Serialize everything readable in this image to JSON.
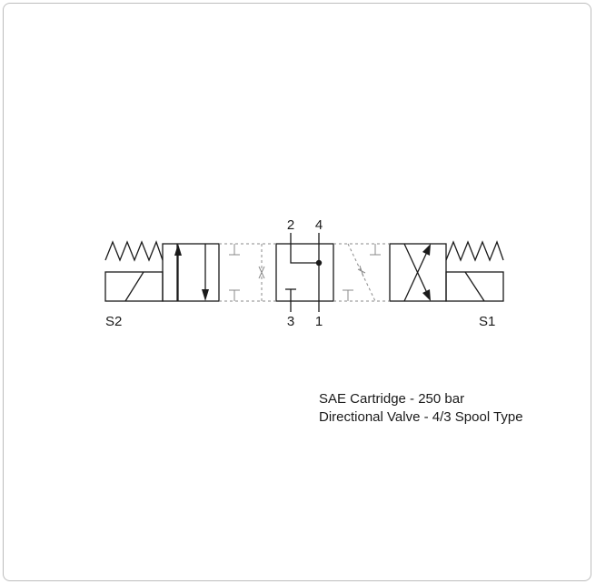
{
  "ports": {
    "top_left": "2",
    "top_right": "4",
    "bottom_left": "3",
    "bottom_right": "1"
  },
  "solenoids": {
    "left": "S2",
    "right": "S1"
  },
  "caption": {
    "line1": "SAE Cartridge - 250 bar",
    "line2": "Directional Valve - 4/3 Spool Type"
  },
  "colors": {
    "stroke": "#1a1a1a",
    "dashed": "#8a8a8a",
    "border": "#bdbdbd"
  }
}
